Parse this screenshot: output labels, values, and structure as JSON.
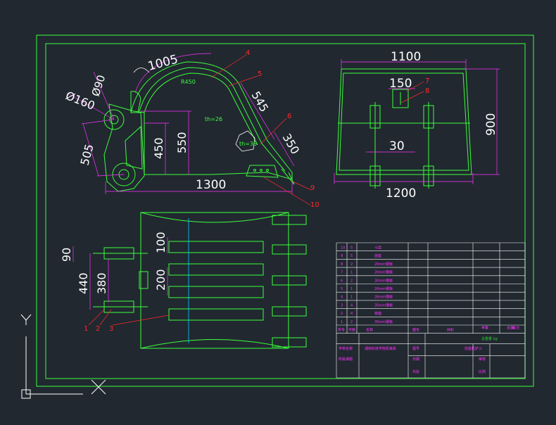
{
  "colors": {
    "background": "#212830",
    "frame": "#3cff3c",
    "geometry": "#3cff3c",
    "dimension": "#ff33ff",
    "label": "#ff2a2a",
    "text": "#ffffff",
    "table_line": "#ffffff",
    "centerline": "#00d0ff"
  },
  "side_view": {
    "dims": {
      "d1005": "1005",
      "d90": "Ø90",
      "d160": "Ø160",
      "d505": "505",
      "d450": "450",
      "d550": "550",
      "d545": "545",
      "d350": "350",
      "d1300": "1300"
    },
    "annotations": {
      "r450": "R450",
      "th26": "th=26",
      "th35": "th=35"
    },
    "labels": {
      "l4": "4",
      "l5": "5",
      "l6": "6",
      "l9": "9",
      "l10": "10"
    }
  },
  "front_view": {
    "dims": {
      "d1100": "1100",
      "d150": "150",
      "d30": "30",
      "d900": "900",
      "d1200": "1200"
    },
    "labels": {
      "l7": "7",
      "l8": "8"
    }
  },
  "plan_view": {
    "dims": {
      "d90": "90",
      "d100": "100",
      "d440": "440",
      "d380": "380",
      "d200": "200"
    },
    "labels": {
      "l1": "1",
      "l2": "2",
      "l3": "3"
    }
  },
  "title_block": {
    "parts_rows": [
      {
        "no": "10",
        "qty": "5",
        "name": "斗齿"
      },
      {
        "no": "9",
        "qty": "5",
        "name": "齿座"
      },
      {
        "no": "8",
        "qty": "2",
        "name": "20mm钢板"
      },
      {
        "no": "7",
        "qty": "1",
        "name": "20mm钢板"
      },
      {
        "no": "6",
        "qty": "2",
        "name": "30mm钢板"
      },
      {
        "no": "5",
        "qty": "1",
        "name": "20mm钢板"
      },
      {
        "no": "4",
        "qty": "1",
        "name": "26mm钢板"
      },
      {
        "no": "3",
        "qty": "4",
        "name": "35mm钢板"
      },
      {
        "no": "2",
        "qty": "4",
        "name": "销轴"
      },
      {
        "no": "1",
        "qty": "2",
        "name": "35mm钢板"
      }
    ],
    "header_row": [
      "序号",
      "件数",
      "名称",
      "图号",
      "材料",
      "单重",
      "总重",
      "备注"
    ],
    "weight_note": "总重量 kg",
    "school_label": "学校名称",
    "school_value": "湖南科技学院机械系",
    "drawing_no_label": "图号",
    "drawing_title": "挖掘机铲斗",
    "designer_label": "所属课题",
    "date_label": "日期",
    "scale_label": "比例",
    "checker_label": "审核",
    "sheet_label": "共张"
  },
  "ucs": {
    "y_label": "Y",
    "x_label": "X"
  }
}
